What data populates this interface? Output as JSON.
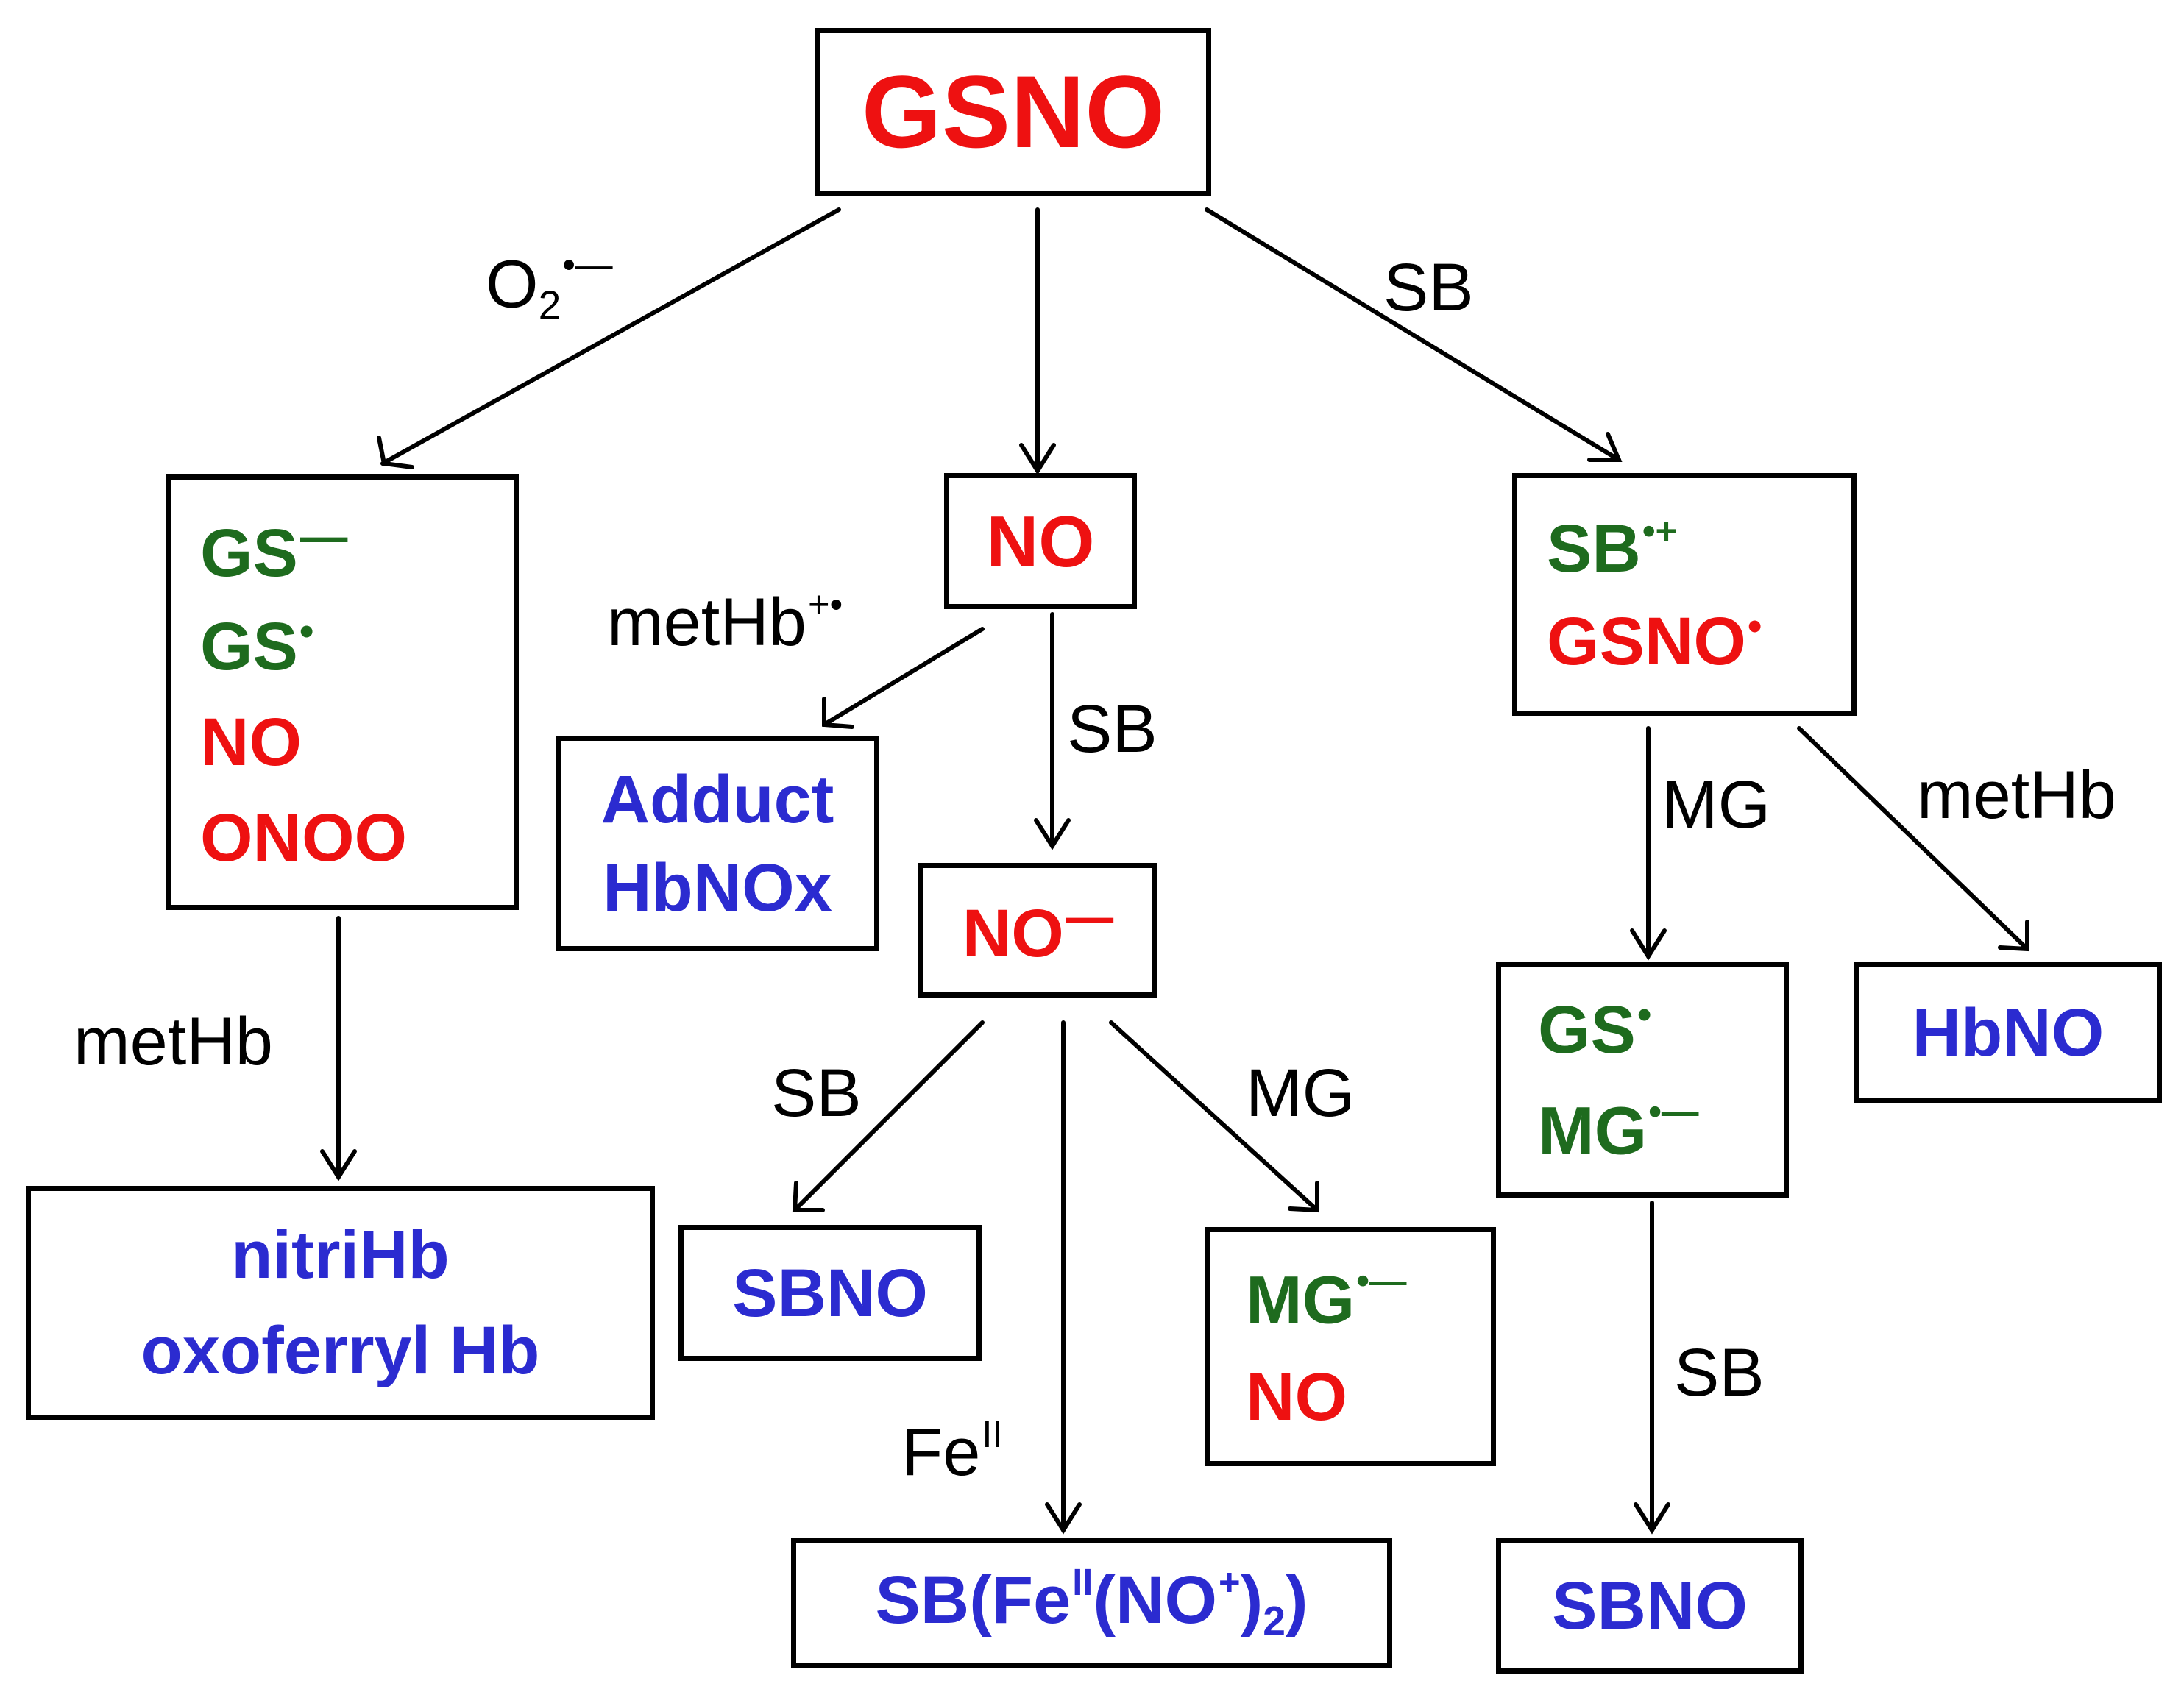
{
  "colors": {
    "reactive": "#ee1111",
    "radical": "#1e6b1e",
    "product": "#2b2bd0",
    "arrow": "#000000"
  },
  "nodes": {
    "gsno": "GSNO",
    "left": {
      "gs_anion": "GS",
      "gs_anion_sup": "—",
      "gs_radical": "GS",
      "gs_radical_sup": "•",
      "no": "NO",
      "onoo": "ONOO"
    },
    "no_center": "NO",
    "adduct": {
      "line1": "Adduct",
      "line2": "HbNOx"
    },
    "nitroxyl": {
      "text": "NO",
      "sup": "—"
    },
    "right": {
      "sb_cation": "SB",
      "sb_cation_sup": "•+",
      "gsno_radical": "GSNO",
      "gsno_radical_sup": "•"
    },
    "nitrihb": {
      "line1": "nitriHb",
      "line2": "oxoferryl Hb"
    },
    "sbno_mid": "SBNO",
    "mg_box": {
      "mg": "MG",
      "mg_sup": "•—",
      "no": "NO"
    },
    "sbfe": {
      "prefix": "SB(Fe",
      "fe_sup": "II",
      "mid": "(NO",
      "no_sup": "+",
      "close": ")",
      "sub": "2",
      "end": ")"
    },
    "gs_mg": {
      "gs": "GS",
      "gs_sup": "•",
      "mg": "MG",
      "mg_sup": "•—"
    },
    "hbno": "HbNO",
    "sbno_right": "SBNO"
  },
  "labels": {
    "superoxide": {
      "base": "O",
      "sub": "2",
      "sup": "•—"
    },
    "sb_top": "SB",
    "methb_plus": {
      "base": "metHb",
      "sup": "+•"
    },
    "sb_no": "SB",
    "methb_left": "metHb",
    "sb_nominus": "SB",
    "mg_nominus": "MG",
    "fe": {
      "base": "Fe",
      "sup": "II"
    },
    "mg_right": "MG",
    "methb_right": "metHb",
    "sb_bottom_right": "SB"
  }
}
